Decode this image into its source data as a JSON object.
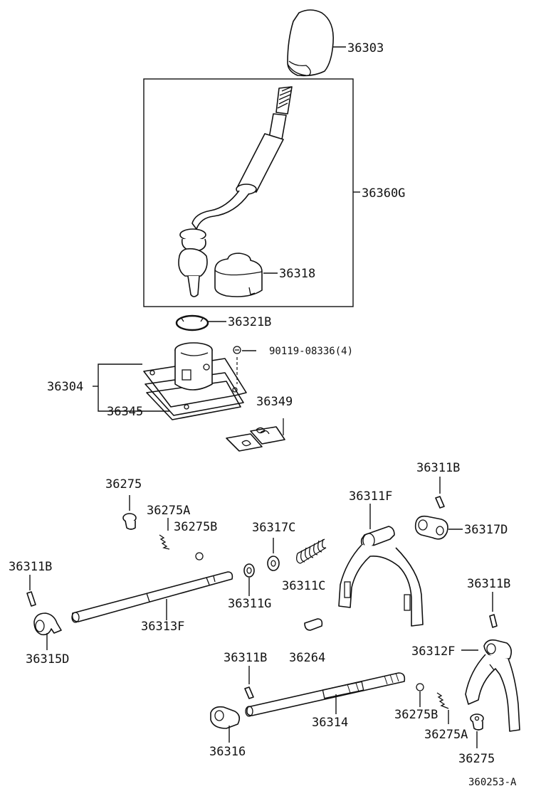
{
  "labels": {
    "l36303": "36303",
    "l36360G": "36360G",
    "l36318": "36318",
    "l36321B": "36321B",
    "l90119": "90119-08336(4)",
    "l36304": "36304",
    "l36345": "36345",
    "l36349": "36349",
    "l36275_a": "36275",
    "l36275A_a": "36275A",
    "l36275B_a": "36275B",
    "l36317C": "36317C",
    "l36311F": "36311F",
    "l36311B_a": "36311B",
    "l36317D": "36317D",
    "l36311B_b": "36311B",
    "l36311C": "36311C",
    "l36311G": "36311G",
    "l36313F": "36313F",
    "l36315D": "36315D",
    "l36311B_c": "36311B",
    "l36264": "36264",
    "l36312F": "36312F",
    "l36311B_d": "36311B",
    "l36314": "36314",
    "l36275B_b": "36275B",
    "l36275A_b": "36275A",
    "l36316": "36316",
    "l36275_b": "36275",
    "diagram_code": "360253-A"
  }
}
